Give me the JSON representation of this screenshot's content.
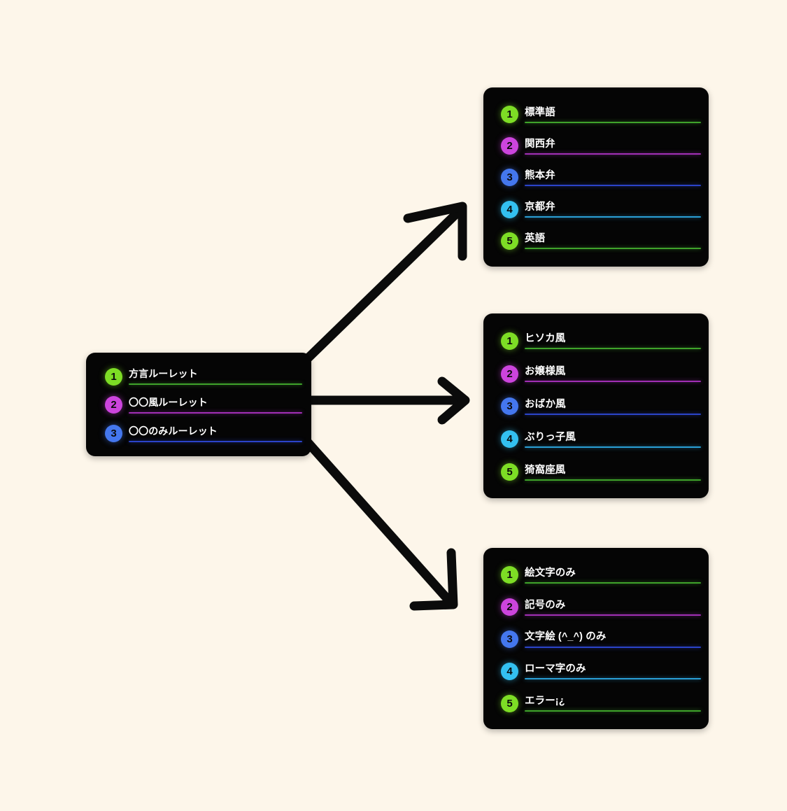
{
  "page": {
    "background_color": "#fdf6ea",
    "card_color": "#050505"
  },
  "palette": {
    "green": "#7ddd25",
    "magenta": "#cc44dd",
    "blue": "#4477ee",
    "cyan": "#33c0f0",
    "rule_green": "#3fa32b",
    "rule_magenta": "#a12fb5",
    "rule_blue": "#2b44c9",
    "rule_cyan": "#2a9fd6"
  },
  "source_card": {
    "name": "roulette-type-menu",
    "items": [
      {
        "number": "1",
        "label": "方言ルーレット",
        "badge_color": "#7ddd25",
        "rule_color": "#3fa32b"
      },
      {
        "number": "2",
        "label": "〇〇風ルーレット",
        "badge_color": "#cc44dd",
        "rule_color": "#a12fb5"
      },
      {
        "number": "3",
        "label": "〇〇のみルーレット",
        "badge_color": "#4477ee",
        "rule_color": "#2b44c9"
      }
    ]
  },
  "target_cards": [
    {
      "name": "dialect-options",
      "items": [
        {
          "number": "1",
          "label": "標準語",
          "badge_color": "#7ddd25",
          "rule_color": "#3fa32b"
        },
        {
          "number": "2",
          "label": "関西弁",
          "badge_color": "#cc44dd",
          "rule_color": "#a12fb5"
        },
        {
          "number": "3",
          "label": "熊本弁",
          "badge_color": "#4477ee",
          "rule_color": "#2b44c9"
        },
        {
          "number": "4",
          "label": "京都弁",
          "badge_color": "#33c0f0",
          "rule_color": "#2a9fd6"
        },
        {
          "number": "5",
          "label": "英語",
          "badge_color": "#7ddd25",
          "rule_color": "#3fa32b"
        }
      ]
    },
    {
      "name": "style-options",
      "items": [
        {
          "number": "1",
          "label": "ヒソカ風",
          "badge_color": "#7ddd25",
          "rule_color": "#3fa32b"
        },
        {
          "number": "2",
          "label": "お嬢様風",
          "badge_color": "#cc44dd",
          "rule_color": "#a12fb5"
        },
        {
          "number": "3",
          "label": "おばか風",
          "badge_color": "#4477ee",
          "rule_color": "#2b44c9"
        },
        {
          "number": "4",
          "label": "ぶりっ子風",
          "badge_color": "#33c0f0",
          "rule_color": "#2a9fd6"
        },
        {
          "number": "5",
          "label": "猗窩座風",
          "badge_color": "#7ddd25",
          "rule_color": "#3fa32b"
        }
      ]
    },
    {
      "name": "charset-only-options",
      "items": [
        {
          "number": "1",
          "label": "絵文字のみ",
          "badge_color": "#7ddd25",
          "rule_color": "#3fa32b"
        },
        {
          "number": "2",
          "label": "記号のみ",
          "badge_color": "#cc44dd",
          "rule_color": "#a12fb5"
        },
        {
          "number": "3",
          "label": "文字絵 (^_^) のみ",
          "badge_color": "#4477ee",
          "rule_color": "#2b44c9"
        },
        {
          "number": "4",
          "label": "ローマ字のみ",
          "badge_color": "#33c0f0",
          "rule_color": "#2a9fd6"
        },
        {
          "number": "5",
          "label": "エラー¡¿",
          "badge_color": "#7ddd25",
          "rule_color": "#3fa32b"
        }
      ]
    }
  ],
  "arrows": [
    {
      "name": "arrow-to-dialect-options",
      "direction": "up-right"
    },
    {
      "name": "arrow-to-style-options",
      "direction": "right"
    },
    {
      "name": "arrow-to-charset-options",
      "direction": "down-right"
    }
  ]
}
